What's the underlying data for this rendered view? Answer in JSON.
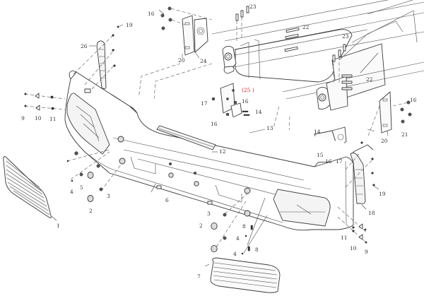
{
  "diagram": {
    "title": "Front bumper assembly exploded view",
    "callouts": [
      {
        "id": "c1",
        "text": "1"
      },
      {
        "id": "c2a",
        "text": "2"
      },
      {
        "id": "c2b",
        "text": "2"
      },
      {
        "id": "c3a",
        "text": "3"
      },
      {
        "id": "c3b",
        "text": "3"
      },
      {
        "id": "c4a",
        "text": "4"
      },
      {
        "id": "c4b",
        "text": "4"
      },
      {
        "id": "c4c",
        "text": "4"
      },
      {
        "id": "c5",
        "text": "5"
      },
      {
        "id": "c6",
        "text": "6"
      },
      {
        "id": "c7",
        "text": "7"
      },
      {
        "id": "c8a",
        "text": "8"
      },
      {
        "id": "c8b",
        "text": "8"
      },
      {
        "id": "c9a",
        "text": "9"
      },
      {
        "id": "c9b",
        "text": "9"
      },
      {
        "id": "c10a",
        "text": "10"
      },
      {
        "id": "c10b",
        "text": "10"
      },
      {
        "id": "c11a",
        "text": "11"
      },
      {
        "id": "c11b",
        "text": "11"
      },
      {
        "id": "c12",
        "text": "12"
      },
      {
        "id": "c13",
        "text": "13"
      },
      {
        "id": "c14a",
        "text": "14"
      },
      {
        "id": "c14b",
        "text": "14"
      },
      {
        "id": "c15",
        "text": "15"
      },
      {
        "id": "c16a",
        "text": "16"
      },
      {
        "id": "c16b",
        "text": "16"
      },
      {
        "id": "c16c",
        "text": "16"
      },
      {
        "id": "c16d",
        "text": "16"
      },
      {
        "id": "c16e",
        "text": "16"
      },
      {
        "id": "c17a",
        "text": "17"
      },
      {
        "id": "c17b",
        "text": "17"
      },
      {
        "id": "c18",
        "text": "18"
      },
      {
        "id": "c19a",
        "text": "19"
      },
      {
        "id": "c19b",
        "text": "19"
      },
      {
        "id": "c20a",
        "text": "20"
      },
      {
        "id": "c20b",
        "text": "20"
      },
      {
        "id": "c21",
        "text": "21"
      },
      {
        "id": "c22a",
        "text": "22"
      },
      {
        "id": "c22b",
        "text": "22"
      },
      {
        "id": "c23a",
        "text": "23"
      },
      {
        "id": "c23b",
        "text": "23"
      },
      {
        "id": "c24",
        "text": "24"
      },
      {
        "id": "c25",
        "text": "(25 )",
        "highlight": true
      },
      {
        "id": "c26",
        "text": "26"
      }
    ],
    "colors": {
      "line": "#3a3a3a",
      "highlight": "#d6202b",
      "background": "#ffffff"
    }
  }
}
